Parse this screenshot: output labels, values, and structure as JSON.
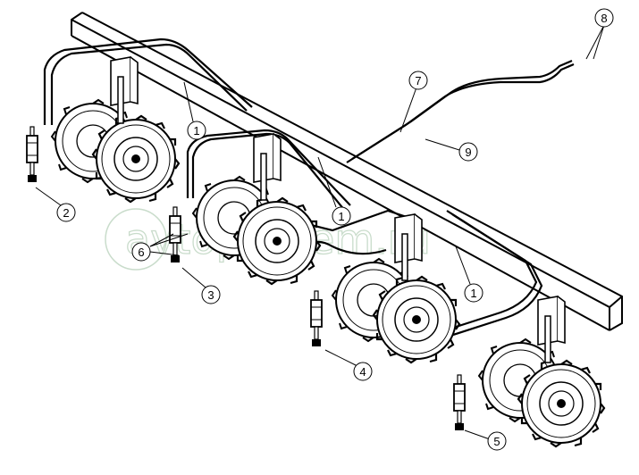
{
  "watermark": {
    "text": "avtopaprem.ru",
    "color": "#c9dccb"
  },
  "callouts": [
    {
      "id": "c1a",
      "number": "1"
    },
    {
      "id": "c1b",
      "number": "1"
    },
    {
      "id": "c1c",
      "number": "1"
    },
    {
      "id": "c2",
      "number": "2"
    },
    {
      "id": "c3",
      "number": "3"
    },
    {
      "id": "c4",
      "number": "4"
    },
    {
      "id": "c5",
      "number": "5"
    },
    {
      "id": "c6",
      "number": "6"
    },
    {
      "id": "c7",
      "number": "7"
    },
    {
      "id": "c8",
      "number": "8"
    },
    {
      "id": "c9",
      "number": "9"
    }
  ],
  "colors": {
    "line": "#000000",
    "background": "#ffffff"
  }
}
